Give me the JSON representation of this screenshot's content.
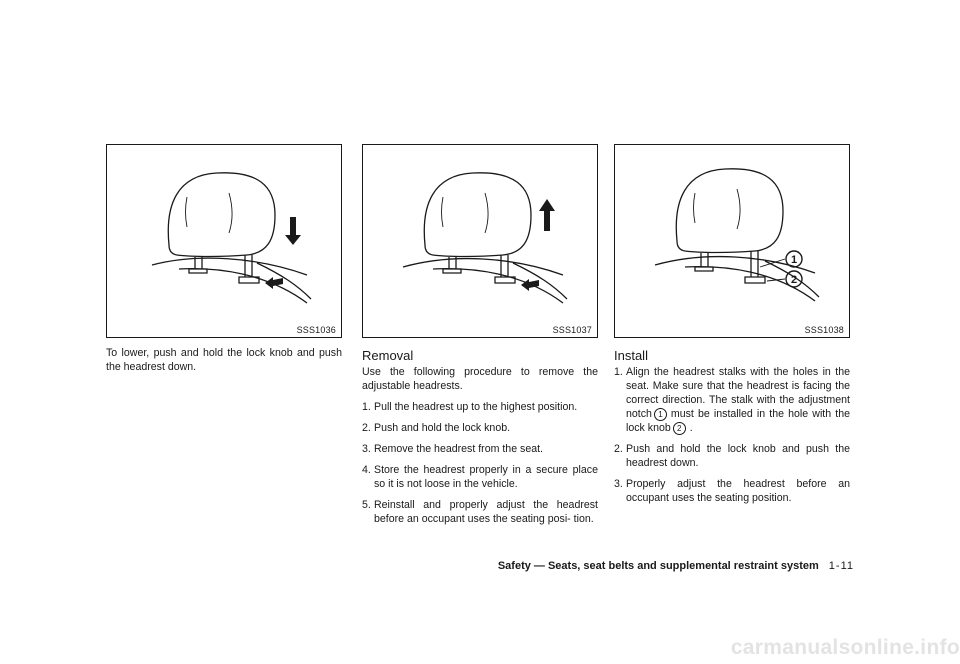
{
  "columns": [
    {
      "figure_id": "SSS1036",
      "body": "To lower, push and hold the lock knob and push the headrest down."
    },
    {
      "figure_id": "SSS1037",
      "heading": "Removal",
      "intro": "Use the following procedure to remove the adjustable headrests.",
      "steps": [
        {
          "num": "1.",
          "text": "Pull the headrest up to the highest position."
        },
        {
          "num": "2.",
          "text": "Push and hold the lock knob."
        },
        {
          "num": "3.",
          "text": "Remove the headrest from the seat."
        },
        {
          "num": "4.",
          "text": "Store the headrest properly in a secure place so it is not loose in the vehicle."
        },
        {
          "num": "5.",
          "text": "Reinstall and properly adjust the headrest before an occupant uses the seating posi- tion."
        }
      ]
    },
    {
      "figure_id": "SSS1038",
      "heading": "Install",
      "callout_1": "1",
      "callout_2": "2",
      "steps": [
        {
          "num": "1.",
          "text_a": "Align the headrest stalks with the holes in the seat. Make sure that the headrest is facing the correct direction. The stalk with the adjustment notch",
          "marker_1": "1",
          "text_b": "must be installed in the hole with the lock knob",
          "marker_2": "2",
          "text_c": "."
        },
        {
          "num": "2.",
          "text": "Push and hold the lock knob and push the headrest down."
        },
        {
          "num": "3.",
          "text": "Properly adjust the headrest before an occupant uses the seating position."
        }
      ]
    }
  ],
  "footer": {
    "section": "Safety — Seats, seat belts and supplemental restraint system",
    "page": "1-11"
  },
  "watermark": "carmanualsonline.info"
}
